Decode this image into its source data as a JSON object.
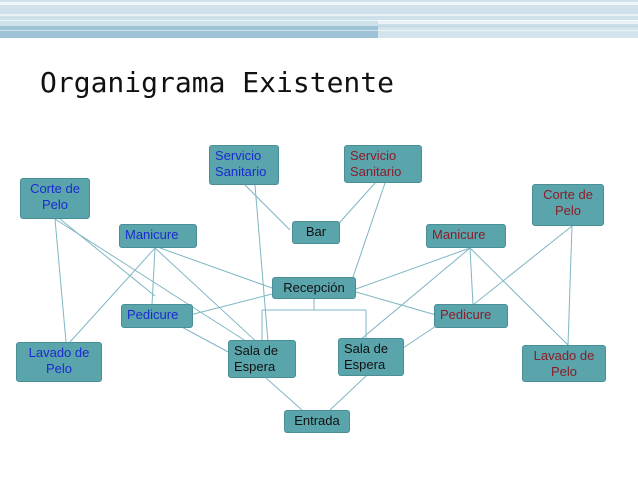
{
  "slide": {
    "title": "Organigrama Existente"
  },
  "nodes": {
    "servicio_1": {
      "line1": "Servicio",
      "line2": "Sanitario"
    },
    "servicio_2": {
      "line1": "Servicio",
      "line2": "Sanitario"
    },
    "corte_left": {
      "line1": "Corte de",
      "line2": "Pelo"
    },
    "corte_right": {
      "line1": "Corte de",
      "line2": "Pelo"
    },
    "manicure_left": {
      "label": "Manicure"
    },
    "manicure_right": {
      "label": "Manicure"
    },
    "bar": {
      "label": "Bar"
    },
    "recepcion": {
      "label": "Recepción"
    },
    "pedicure_left": {
      "label": "Pedicure"
    },
    "pedicure_right": {
      "label": "Pedicure"
    },
    "lavado_left": {
      "line1": "Lavado de",
      "line2": "Pelo"
    },
    "lavado_right": {
      "line1": "Lavado de",
      "line2": "Pelo"
    },
    "sala_left": {
      "line1": "Sala de",
      "line2": "Espera"
    },
    "sala_right": {
      "line1": "Sala de",
      "line2": "Espera"
    },
    "entrada": {
      "label": "Entrada"
    }
  },
  "colors": {
    "node_fill": "#5aa4ab",
    "connector": "#7fb6c4",
    "text_blue": "#1c2bd0",
    "text_red": "#8a1e2a"
  }
}
